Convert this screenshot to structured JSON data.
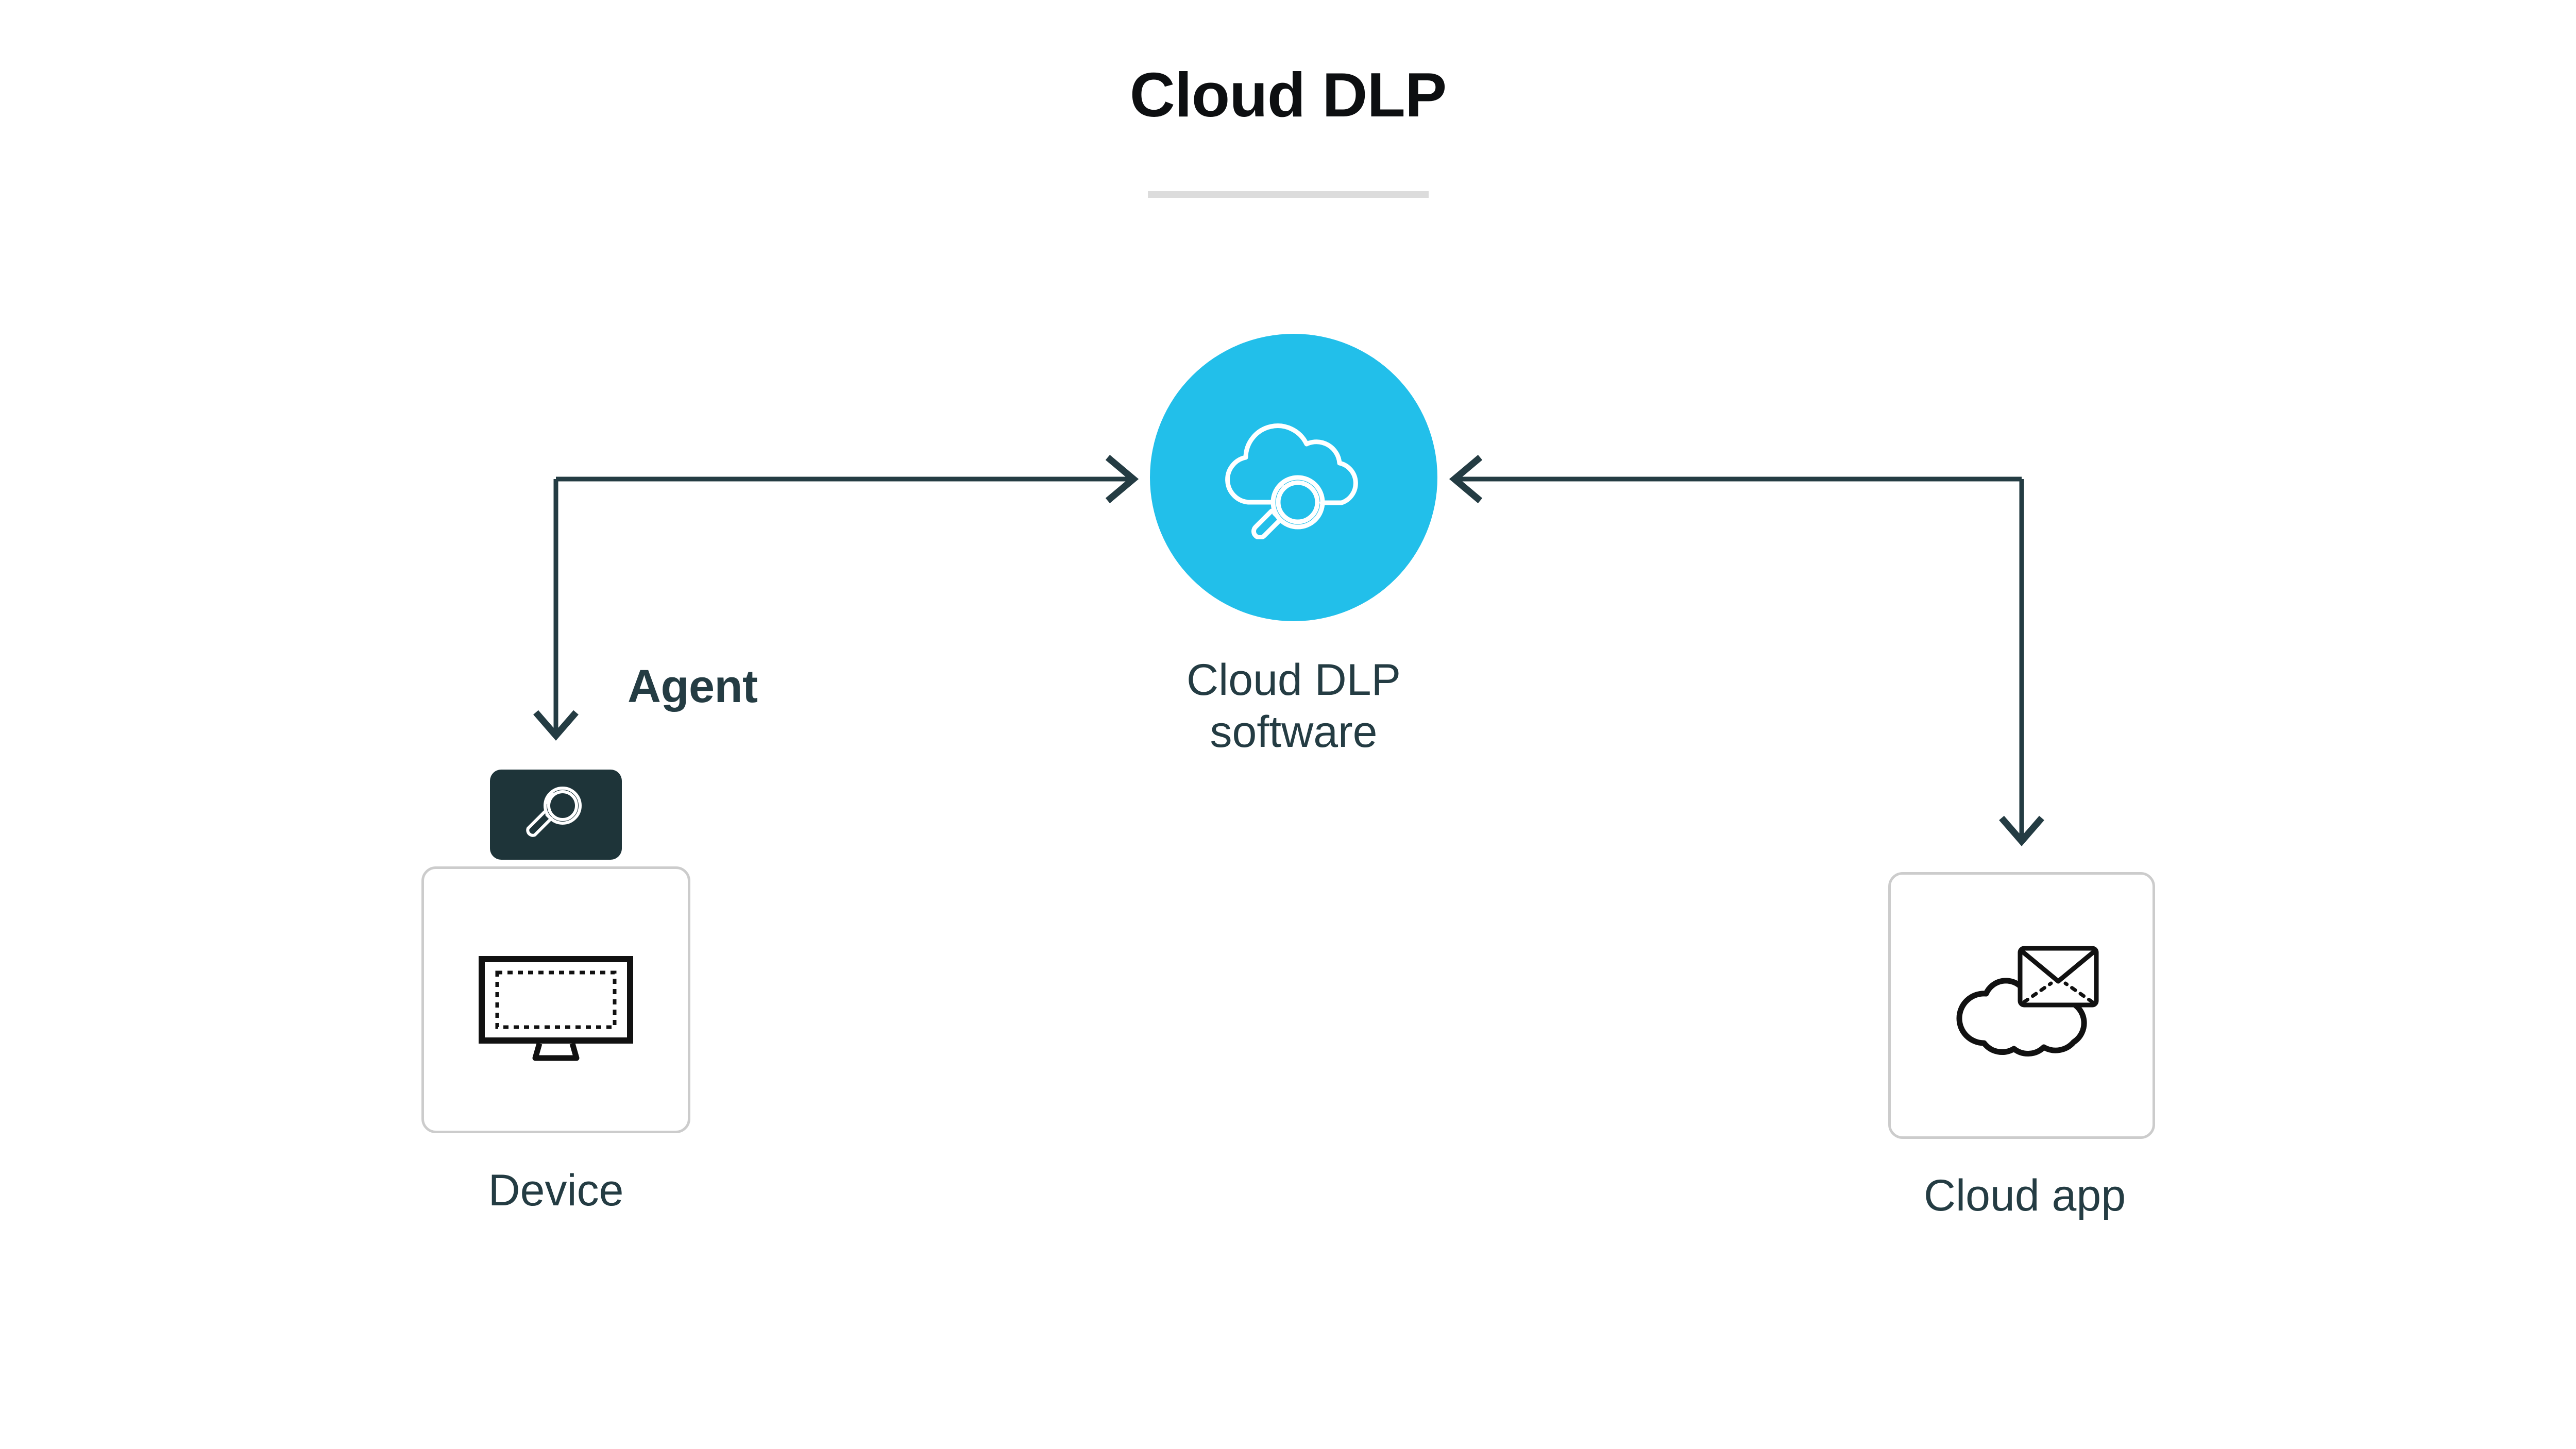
{
  "title": {
    "text": "Cloud DLP",
    "underline_color": "#dcdcdc"
  },
  "colors": {
    "accent_cyan": "#22bfea",
    "dark_teal": "#243c43",
    "badge_dark": "#1e3439",
    "box_border_gray": "#cccccc",
    "title_black": "#0d0f11",
    "background": "#ffffff"
  },
  "nodes": {
    "hub": {
      "label": "Cloud DLP\nsoftware",
      "icon": "cloud-magnifier-icon",
      "shape": "circle",
      "fill": "#22bfea"
    },
    "device": {
      "label": "Device",
      "icon": "monitor-icon",
      "badge": {
        "label": "Agent",
        "icon": "magnifier-icon",
        "fill": "#1e3439"
      }
    },
    "cloud_app": {
      "label": "Cloud app",
      "icon": "cloud-envelope-icon"
    }
  },
  "connectors": [
    {
      "name": "device-to-hub",
      "from": "device",
      "to": "hub",
      "arrowheads": [
        "down-at-device",
        "right-at-hub"
      ]
    },
    {
      "name": "cloudapp-to-hub",
      "from": "cloud_app",
      "to": "hub",
      "arrowheads": [
        "down-at-cloud-app",
        "left-at-hub"
      ]
    }
  ]
}
